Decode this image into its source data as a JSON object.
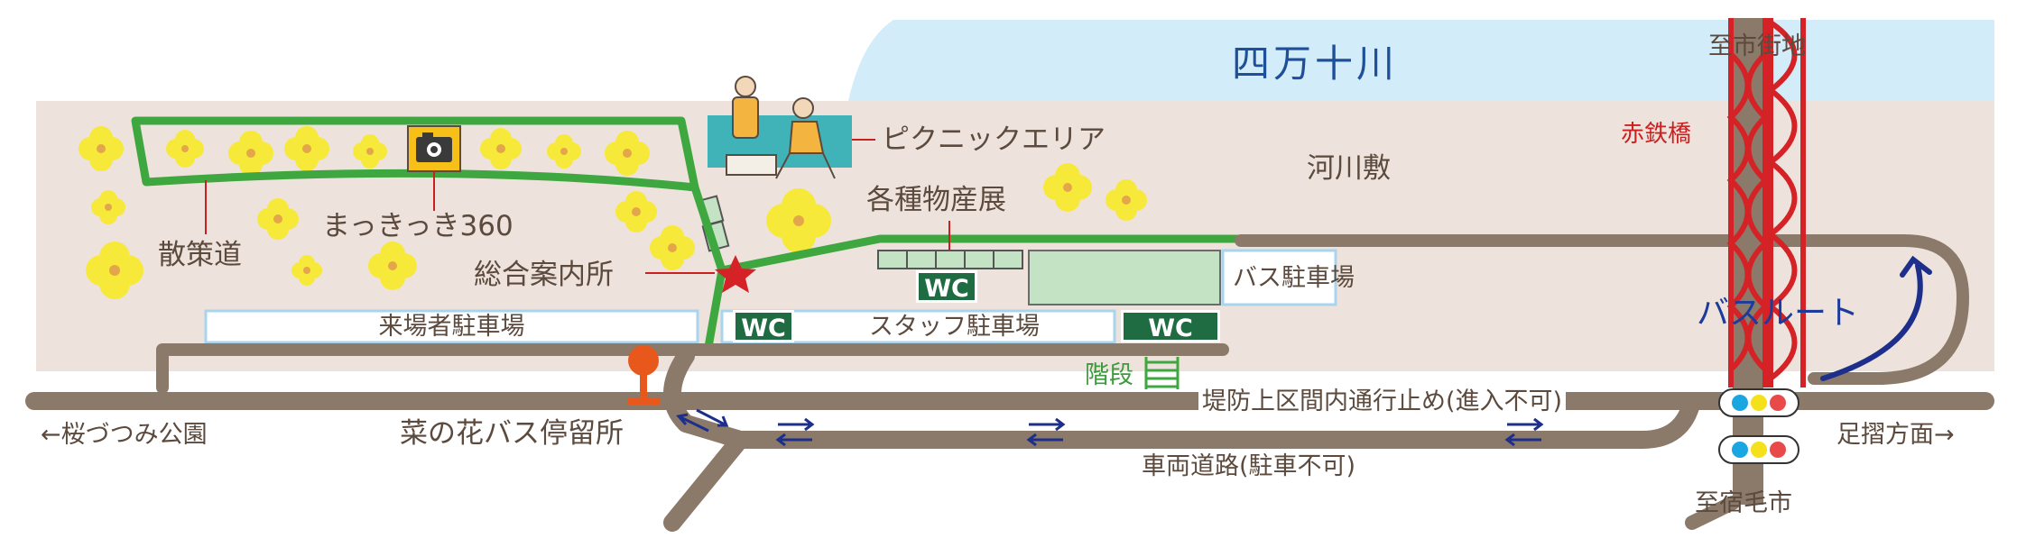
{
  "river": {
    "name": "四万十川"
  },
  "zones": {
    "riverbed": "河川敷",
    "walking_path": "散策道",
    "photo_spot": "まっきっき360",
    "picnic_area": "ピクニックエリア",
    "info_center": "総合案内所",
    "product_fair": "各種物産展",
    "bus_parking": "バス駐車場",
    "visitor_parking": "来場者駐車場",
    "staff_parking": "スタッフ駐車場",
    "stairs": "階段",
    "bus_stop": "菜の花バス停留所",
    "bus_route": "バスルート",
    "bridge": "赤鉄橋"
  },
  "toilets": [
    "WC",
    "WC",
    "WC"
  ],
  "roads": {
    "levee_notice": "堤防上区間内通行止め(進入不可)",
    "vehicle_road": "車両道路(駐車不可)"
  },
  "directions": {
    "north": "至市街地",
    "south": "至宿毛市",
    "west": "←桜づつみ公園",
    "east": "足摺方面→"
  },
  "colors": {
    "river": "#d3ecf9",
    "land": "#ede3dc",
    "road": "#8b7969",
    "path": "#3fa73f",
    "bridge": "#d42226",
    "route": "#1d2f8a",
    "parking": "#cfe6f5",
    "flower": "#f7e93a"
  },
  "icons": [
    "camera-icon",
    "star-icon",
    "bus-stop-icon",
    "traffic-light-icon",
    "flower-icon",
    "arrow-icon"
  ]
}
